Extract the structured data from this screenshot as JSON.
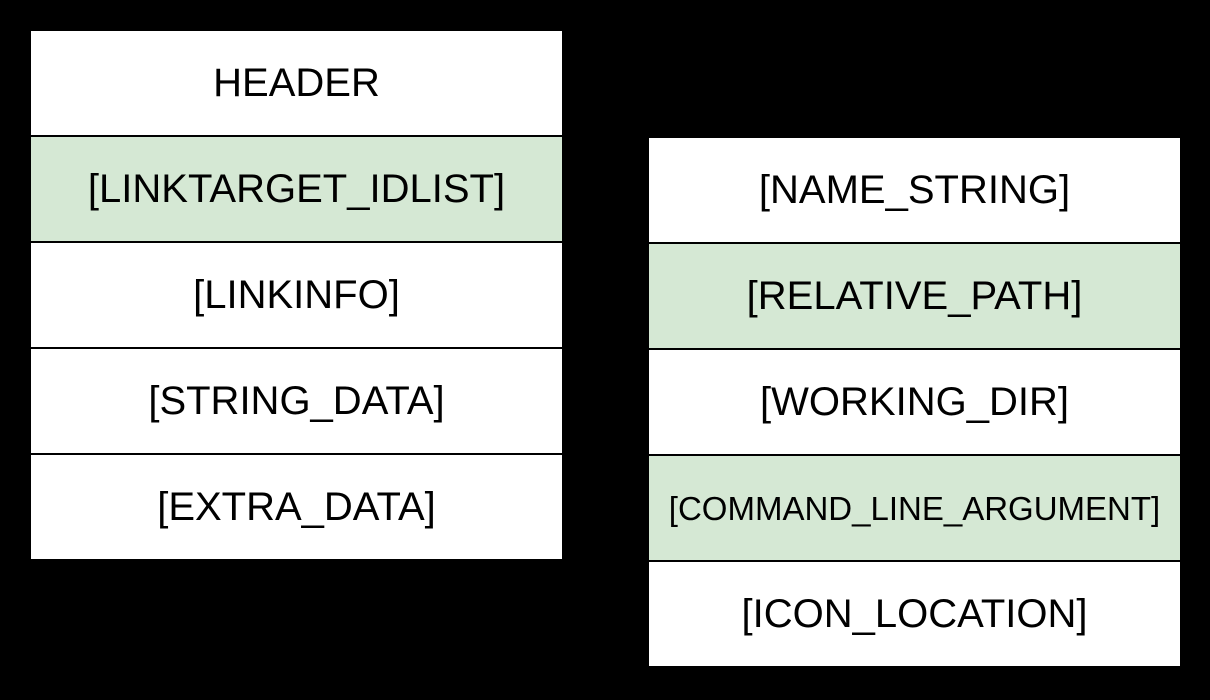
{
  "diagram": {
    "title": "Windows shell link (LNK) file structure diagram",
    "colors": {
      "background": "#000000",
      "box_fill": "#ffffff",
      "box_fill_highlight": "#d5e8d4",
      "border": "#000000",
      "text": "#000000"
    },
    "columns": [
      {
        "name": "lnk-file-structure",
        "boxes": [
          {
            "label": "HEADER",
            "highlighted": false
          },
          {
            "label": "[LINKTARGET_IDLIST]",
            "highlighted": true
          },
          {
            "label": "[LINKINFO]",
            "highlighted": false
          },
          {
            "label": "[STRING_DATA]",
            "highlighted": false
          },
          {
            "label": "[EXTRA_DATA]",
            "highlighted": false
          }
        ]
      },
      {
        "name": "string-data-structure",
        "boxes": [
          {
            "label": "[NAME_STRING]",
            "highlighted": false
          },
          {
            "label": "[RELATIVE_PATH]",
            "highlighted": true
          },
          {
            "label": "[WORKING_DIR]",
            "highlighted": false
          },
          {
            "label": "[COMMAND_LINE_ARGUMENT]",
            "highlighted": true
          },
          {
            "label": "[ICON_LOCATION]",
            "highlighted": false
          }
        ]
      }
    ]
  }
}
